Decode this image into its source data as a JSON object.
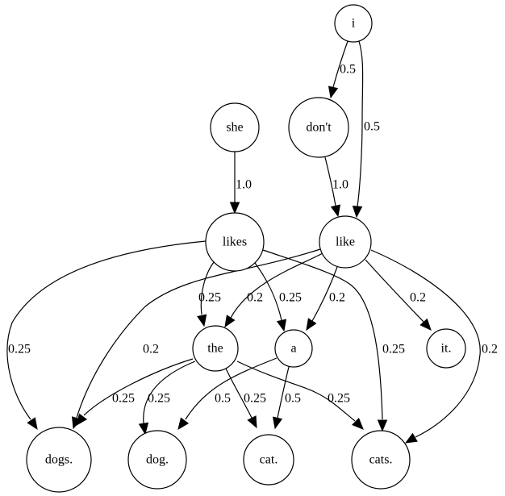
{
  "graph": {
    "type": "directed-weighted-graph",
    "nodes": [
      {
        "id": "i",
        "label": "i"
      },
      {
        "id": "she",
        "label": "she"
      },
      {
        "id": "dont",
        "label": "don't"
      },
      {
        "id": "likes",
        "label": "likes"
      },
      {
        "id": "like",
        "label": "like"
      },
      {
        "id": "the",
        "label": "the"
      },
      {
        "id": "a",
        "label": "a"
      },
      {
        "id": "it",
        "label": "it."
      },
      {
        "id": "dogs",
        "label": "dogs."
      },
      {
        "id": "dog",
        "label": "dog."
      },
      {
        "id": "cat",
        "label": "cat."
      },
      {
        "id": "cats",
        "label": "cats."
      }
    ],
    "edges": [
      {
        "from": "i",
        "to": "dont",
        "weight": "0.5"
      },
      {
        "from": "i",
        "to": "like",
        "weight": "0.5"
      },
      {
        "from": "she",
        "to": "likes",
        "weight": "1.0"
      },
      {
        "from": "dont",
        "to": "like",
        "weight": "1.0"
      },
      {
        "from": "likes",
        "to": "dogs",
        "weight": "0.25"
      },
      {
        "from": "likes",
        "to": "the",
        "weight": "0.25"
      },
      {
        "from": "likes",
        "to": "a",
        "weight": "0.25"
      },
      {
        "from": "likes",
        "to": "cats",
        "weight": "0.25"
      },
      {
        "from": "like",
        "to": "dogs",
        "weight": "0.2"
      },
      {
        "from": "like",
        "to": "the",
        "weight": "0.2"
      },
      {
        "from": "like",
        "to": "a",
        "weight": "0.2"
      },
      {
        "from": "like",
        "to": "it",
        "weight": "0.2"
      },
      {
        "from": "like",
        "to": "cats",
        "weight": "0.2"
      },
      {
        "from": "the",
        "to": "dogs",
        "weight": "0.25"
      },
      {
        "from": "the",
        "to": "dog",
        "weight": "0.25"
      },
      {
        "from": "the",
        "to": "cat",
        "weight": "0.25"
      },
      {
        "from": "the",
        "to": "cats",
        "weight": "0.25"
      },
      {
        "from": "a",
        "to": "dog",
        "weight": "0.5"
      },
      {
        "from": "a",
        "to": "cat",
        "weight": "0.5"
      }
    ]
  }
}
